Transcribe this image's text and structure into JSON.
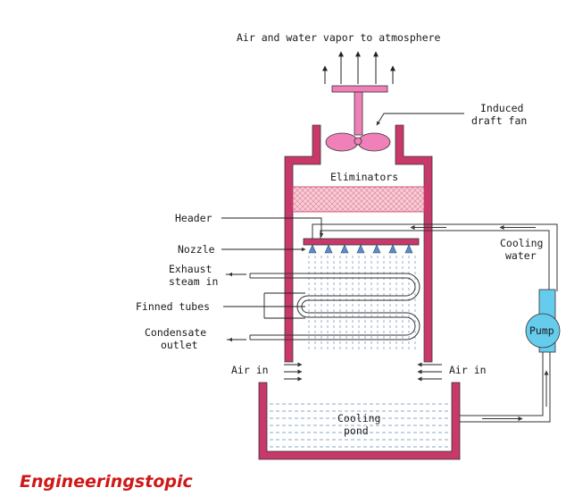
{
  "labels": {
    "exhaust_top": "Air and water vapor to atmosphere",
    "fan": [
      "Induced",
      "draft fan"
    ],
    "eliminators": "Eliminators",
    "header": "Header",
    "nozzle": "Nozzle",
    "exhaust_steam": [
      "Exhaust",
      "steam in"
    ],
    "finned_tubes": "Finned tubes",
    "condensate": [
      "Condensate",
      "outlet"
    ],
    "air_in_left": "Air in",
    "air_in_right": "Air in",
    "cooling_water": [
      "Cooling",
      "water"
    ],
    "pump": "Pump",
    "cooling_pond": [
      "Cooling",
      "pond"
    ]
  },
  "brand": "Engineeringstopic",
  "colors": {
    "tower_wall": "#c8386a",
    "fan": "#f080b8",
    "fill_media": "#f4c0c8",
    "pump": "#66ccee",
    "nozzle": "#5a8cc8",
    "water": "#88aacc",
    "brand": "#d01818"
  }
}
